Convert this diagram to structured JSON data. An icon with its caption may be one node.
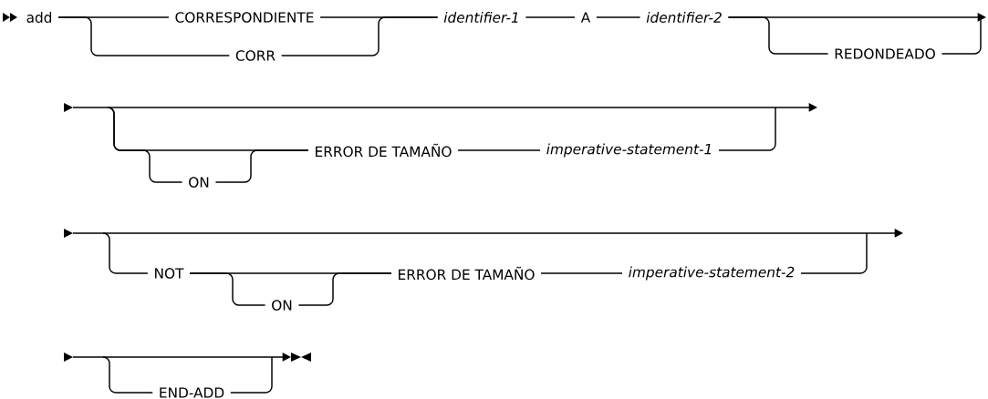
{
  "diagram": {
    "nodes": [
      {
        "text": [
          "add"
        ]
      },
      {
        "text": [
          "CORRESPONDIENTE"
        ]
      },
      {
        "text": [
          "CORR"
        ]
      },
      {
        "text": [
          "identifier-1"
        ]
      },
      {
        "text": [
          "A"
        ]
      },
      {
        "text": [
          "identifier-2"
        ]
      },
      {
        "text": [
          "REDONDEADO"
        ]
      },
      {
        "text": [
          "ON"
        ]
      },
      {
        "text": [
          "ERROR DE TAMAÑO"
        ]
      },
      {
        "text": [
          "imperative-statement-1"
        ]
      },
      {
        "text": [
          "NOT"
        ]
      },
      {
        "text": [
          "ON"
        ]
      },
      {
        "text": [
          "ERROR DE TAMAÑO"
        ]
      },
      {
        "text": [
          "imperative-statement-2"
        ]
      },
      {
        "text": [
          "END-ADD"
        ]
      }
    ],
    "edges": [
      {
        "from": 0,
        "to": 1,
        "arrow": "none"
      },
      {
        "from": 0,
        "to": 2,
        "arrow": "none"
      },
      {
        "from": 1,
        "to": 3,
        "arrow": "none"
      },
      {
        "from": 2,
        "to": 3,
        "arrow": "none"
      },
      {
        "from": 3,
        "to": 4,
        "arrow": "none"
      },
      {
        "from": 4,
        "to": 5,
        "arrow": "none"
      },
      {
        "from": 5,
        "to": null,
        "arrow": "to"
      },
      {
        "from": 5,
        "to": 6,
        "arrow": "none"
      },
      {
        "from": 6,
        "to": null,
        "arrow": "none"
      },
      {
        "from": null,
        "to": 7,
        "arrow": "none"
      },
      {
        "from": null,
        "to": 8,
        "arrow": "none"
      },
      {
        "from": 7,
        "to": 8,
        "arrow": "none"
      },
      {
        "from": 8,
        "to": 9,
        "arrow": "none"
      },
      {
        "from": 9,
        "to": null,
        "arrow": "none"
      },
      {
        "from": null,
        "to": 10,
        "arrow": "none"
      },
      {
        "from": 10,
        "to": 11,
        "arrow": "none"
      },
      {
        "from": 10,
        "to": 12,
        "arrow": "none"
      },
      {
        "from": 11,
        "to": 12,
        "arrow": "none"
      },
      {
        "from": 12,
        "to": 13,
        "arrow": "none"
      },
      {
        "from": 13,
        "to": null,
        "arrow": "none"
      },
      {
        "from": null,
        "to": 14,
        "arrow": "none"
      },
      {
        "from": 14,
        "to": null,
        "arrow": "none"
      }
    ]
  }
}
